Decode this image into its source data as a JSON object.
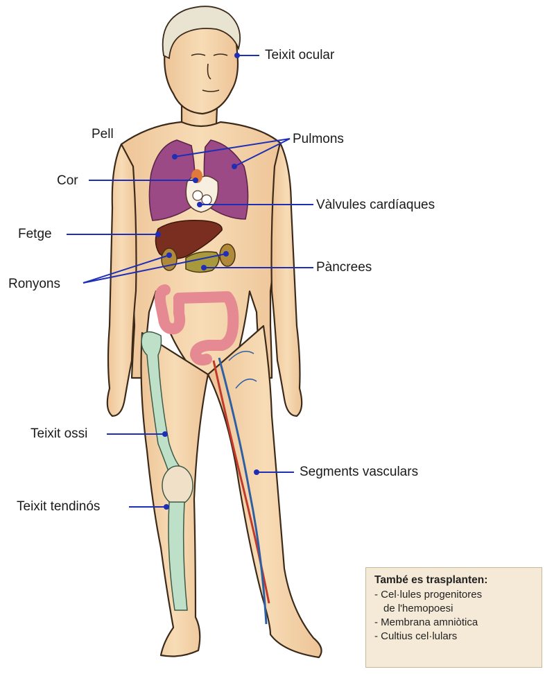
{
  "labels": {
    "teixit_ocular": "Teixit ocular",
    "pell": "Pell",
    "pulmons": "Pulmons",
    "cor": "Cor",
    "valvules": "Vàlvules cardíaques",
    "fetge": "Fetge",
    "pancrees": "Pàncrees",
    "ronyons": "Ronyons",
    "teixit_ossi": "Teixit ossi",
    "segments_vasculars": "Segments vasculars",
    "teixit_tendinos": "Teixit tendinós"
  },
  "infobox": {
    "title": "També es trasplanten:",
    "items": [
      "- Cel·lules progenitores",
      "de l'hemopoesi",
      "- Membrana amniòtica",
      "- Cultius cel·lulars"
    ]
  },
  "colors": {
    "leader": "#1f2fb5",
    "skin": "#f3cfa2",
    "lungs": "#9c4a86",
    "liver": "#7a2e1f",
    "intestine": "#e58a92",
    "bone": "#bfe0c8",
    "artery": "#c0392b",
    "vein": "#2e5fa3",
    "infobox_bg": "#f5ead7"
  }
}
